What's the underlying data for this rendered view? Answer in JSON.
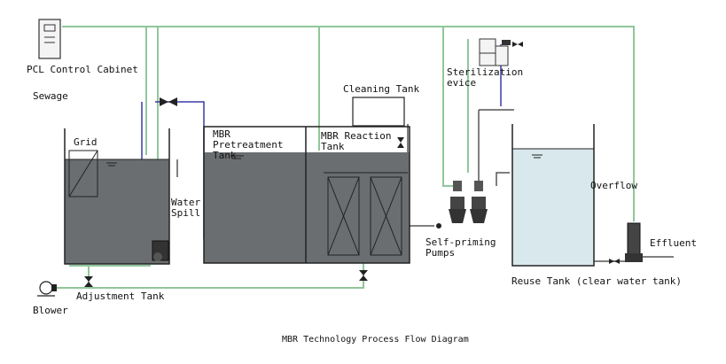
{
  "colors": {
    "green_pipe": "#8fc79a",
    "blue_pipe": "#3a3aa8",
    "grey_pipe": "#555555",
    "tank_water_dark": "#6b6e70",
    "tank_water_light": "#d8e8ec"
  },
  "labels": {
    "plc": "PCL Control Cabinet",
    "sewage": "Sewage",
    "grid": "Grid",
    "water_spill": "Water Spill",
    "pretreatment": "MBR Pretreatment Tank",
    "reaction": "MBR Reaction Tank",
    "cleaning": "Cleaning Tank",
    "sterilization": "Sterilization evice",
    "self_priming": "Self-priming Pumps",
    "overflow": "Overflow",
    "effluent": "Effluent",
    "reuse": "Reuse Tank (clear water tank)",
    "adjustment": "Adjustment Tank",
    "blower": "Blower",
    "caption": "MBR Technology Process Flow Diagram"
  }
}
